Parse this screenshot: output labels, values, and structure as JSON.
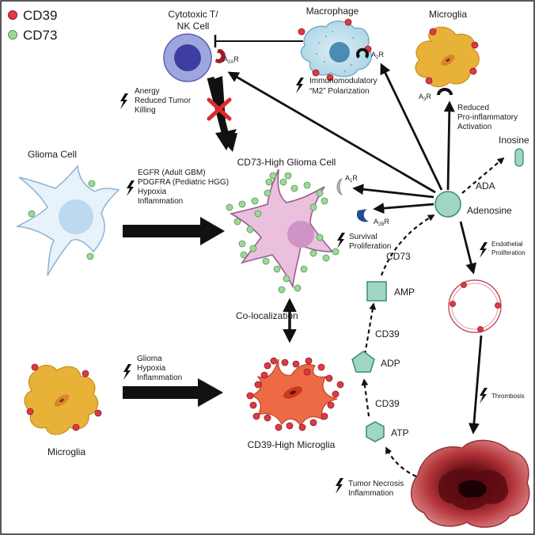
{
  "legend": {
    "cd39": "CD39",
    "cd73": "CD73"
  },
  "colors": {
    "cd39": "#e03a44",
    "cd73": "#9fd79a",
    "purine": "#9fd6c5",
    "bolt": "#111111"
  },
  "cells": {
    "cytotoxic_t": [
      "Cytotoxic T/",
      "NK Cell"
    ],
    "macrophage": "Macrophage",
    "microglia_top": "Microglia",
    "glioma_cell": "Glioma Cell",
    "cd73_high": "CD73-High Glioma Cell",
    "cd39_high": "CD39-High Microglia",
    "microglia_left": "Microglia"
  },
  "receptors": {
    "a2a": {
      "base": "A",
      "sub": "2A",
      "suffix": "R"
    },
    "a2_mac": {
      "base": "A",
      "sub": "2",
      "suffix": "R"
    },
    "a3": {
      "base": "A",
      "sub": "3",
      "suffix": "R"
    },
    "a1": {
      "base": "A",
      "sub": "1",
      "suffix": "R"
    },
    "a2b": {
      "base": "A",
      "sub": "2B",
      "suffix": "R"
    }
  },
  "annotations": {
    "anergy": [
      "Anergy",
      "Reduced Tumor",
      "Killing"
    ],
    "immunomod": [
      "Immunomodulatory",
      "“M2” Polarization"
    ],
    "reduced_proinf": [
      "Reduced",
      "Pro-inflammatory",
      "Activation"
    ],
    "egfr": [
      "EGFR (Adult GBM)",
      "PDGFRA (Pediatric HGG)",
      "Hypoxia",
      "Inflammation"
    ],
    "survival": [
      "Survival",
      "Proliferation"
    ],
    "glioma_hypoxia": [
      "Glioma",
      "Hypoxia",
      "Inflammation"
    ],
    "endothelial": [
      "Endothelial",
      "Proliferation"
    ],
    "thrombosis": "Thrombosis",
    "tumor_necrosis": [
      "Tumor Necrosis",
      "Inflammation"
    ]
  },
  "pathway": {
    "adenosine": "Adenosine",
    "inosine": "Inosine",
    "ada": "ADA",
    "amp": "AMP",
    "adp": "ADP",
    "atp": "ATP",
    "cd73_enzyme": "CD73",
    "cd39_enzyme_1": "CD39",
    "cd39_enzyme_2": "CD39"
  },
  "co_localization": "Co-localization"
}
